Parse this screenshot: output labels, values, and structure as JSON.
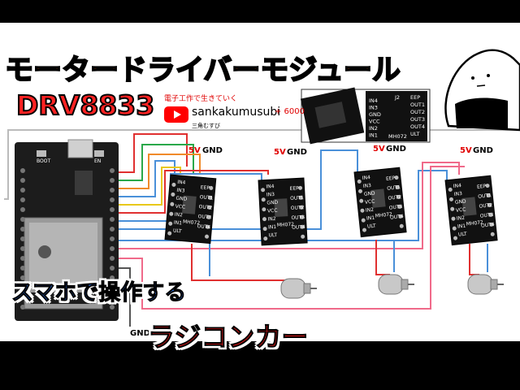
{
  "title": "モータードライバーモジュール",
  "model": "DRV8833",
  "channel": {
    "tagline": "電子工作で生きていく",
    "name": "sankakumusubi",
    "subscribers": "+ 6000",
    "name_kana": "三角むすび"
  },
  "caption_blue": "スマホで操作する",
  "caption_red": "ラジコンカー",
  "labels": {
    "vcc": "5V",
    "gnd": "GND",
    "gnd_bottom": "GND"
  },
  "module_pins": [
    "IN4",
    "IN3",
    "GND",
    "VCC",
    "IN2",
    "IN1",
    "ULT",
    "EEP",
    "OUT1",
    "OUT2",
    "OUT3",
    "OUT4"
  ],
  "module_mark": "MH072",
  "inset": {
    "left_pins": [
      "IN4",
      "IN3",
      "GND",
      "VCC",
      "IN2",
      "IN1"
    ],
    "right_pins": [
      "EEP",
      "OUT1",
      "OUT2",
      "OUT3",
      "OUT4",
      "ULT"
    ],
    "mark": "J2",
    "code": "MH072"
  },
  "mcu_labels": {
    "boot": "BOOT",
    "en": "EN"
  },
  "colors": {
    "title": "#ff5a00",
    "model": "#ff2222",
    "caption_blue": "#2f7dff",
    "caption_red": "#ff1a1a",
    "wire_red": "#e03030",
    "wire_blue": "#4a90d9",
    "wire_green": "#2aa84a",
    "wire_orange": "#f08a2a",
    "wire_yellow": "#e8c81a",
    "wire_pink": "#f06a8a"
  }
}
